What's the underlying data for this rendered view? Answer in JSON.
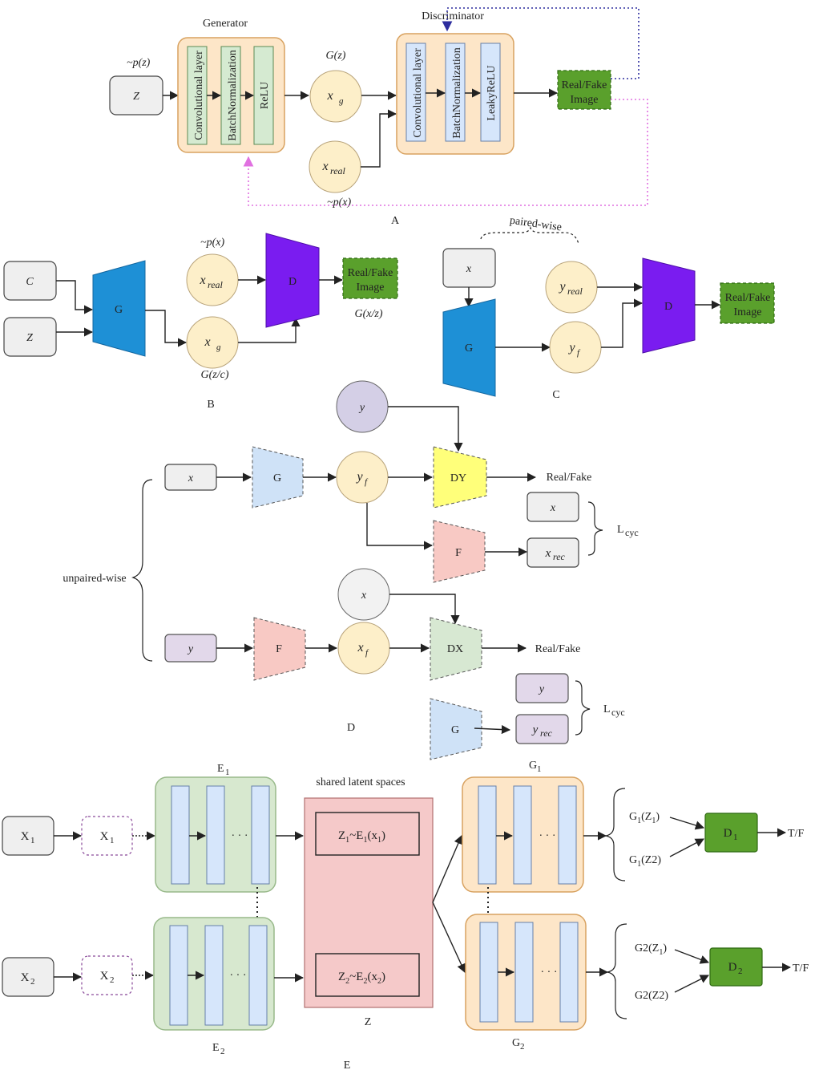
{
  "panelA": {
    "caption": "A",
    "z_dist": "~p(z)",
    "z": "Z",
    "generator_title": "Generator",
    "gen_layers": [
      "Convolutional layer",
      "BatchNormalization",
      "ReLU"
    ],
    "gz": "G(z)",
    "xg": "x",
    "xg_sub": "g",
    "xreal": "x",
    "xreal_sub": "real",
    "px": "~p(x)",
    "discriminator_title": "Discriminator",
    "disc_layers": [
      "Convolutional layer",
      "BatchNormalization",
      "LeakyReLU"
    ],
    "out_line1": "Real/Fake",
    "out_line2": "Image",
    "colors": {
      "out": "#5aa02c",
      "feedback_blue": "#2d2d9e",
      "feedback_pink": "#e070e0"
    }
  },
  "panelB": {
    "caption": "B",
    "c": "C",
    "z": "Z",
    "g": "G",
    "px": "~p(x)",
    "xreal": "x",
    "xreal_sub": "real",
    "xg": "x",
    "xg_sub": "g",
    "gzc": "G(z/c)",
    "d": "D",
    "out_line1": "Real/Fake",
    "out_line2": "Image",
    "gxz": "G(x/z)",
    "colors": {
      "g": "#1e90d6",
      "d": "#7a1cf0"
    }
  },
  "panelC": {
    "caption": "C",
    "paired": "paired-wise",
    "x": "x",
    "g": "G",
    "yreal": "y",
    "yreal_sub": "real",
    "yf": "y",
    "yf_sub": "f",
    "d": "D",
    "out_line1": "Real/Fake",
    "out_line2": "Image"
  },
  "panelD": {
    "caption": "D",
    "unpaired": "unpaired-wise",
    "y_top": "y",
    "x_in": "x",
    "g": "G",
    "yf": "y",
    "yf_sub": "f",
    "dy": "DY",
    "real_fake_1": "Real/Fake",
    "x_box": "x",
    "xrec": "x",
    "xrec_sub": "rec",
    "f_mid": "F",
    "lcyc_1": "L",
    "lcyc_1_sub": "cyc",
    "x_circle": "x",
    "y_in": "y",
    "f_bottom": "F",
    "xf": "x",
    "xf_sub": "f",
    "dx": "DX",
    "real_fake_2": "Real/Fake",
    "y_box": "y",
    "yrec": "y",
    "yrec_sub": "rec",
    "g_bottom": "G",
    "lcyc_2": "L",
    "lcyc_2_sub": "cyc",
    "colors": {
      "dy": "#ffff7a",
      "f": "#f8c9c4",
      "dx": "#d7e8d2",
      "g": "#cfe2f7",
      "purple": "#e2d8ea"
    }
  },
  "panelE": {
    "caption": "E",
    "e1": "E",
    "e1_sub": "1",
    "e2": "E",
    "e2_sub": "2",
    "x1": "X",
    "x1_sub": "1",
    "x1b": "X",
    "x1b_sub": "1",
    "x2": "X",
    "x2_sub": "2",
    "x2b": "X",
    "x2b_sub": "2",
    "dots": "· · ·",
    "shared": "shared latent spaces",
    "z1_a": "Z",
    "z1_b": "1",
    "z1_c": "~E",
    "z1_d": "1",
    "z1_e": "(x",
    "z1_f": "1",
    "z1_g": ")",
    "z2_a": "Z",
    "z2_b": "2",
    "z2_c": "~E",
    "z2_d": "2",
    "z2_e": "(x",
    "z2_f": "2",
    "z2_g": ")",
    "z_label": "Z",
    "g1": "G",
    "g1_sub": "1",
    "g2": "G",
    "g2_sub": "2",
    "g1z1_a": "G",
    "g1z1_b": "1",
    "g1z1_c": "(Z",
    "g1z1_d": "1",
    "g1z1_e": ")",
    "g1z2_a": "G",
    "g1z2_b": "1",
    "g1z2_c": "(Z2)",
    "g2z1_a": "G2(Z",
    "g2z1_b": "1",
    "g2z1_c": ")",
    "g2z2": "G2(Z2)",
    "d1": "D",
    "d1_sub": "1",
    "d2": "D",
    "d2_sub": "2",
    "tf1": "T/F",
    "tf2": "T/F",
    "colors": {
      "latent": "#f5c9c9",
      "d": "#5aa02c"
    }
  }
}
